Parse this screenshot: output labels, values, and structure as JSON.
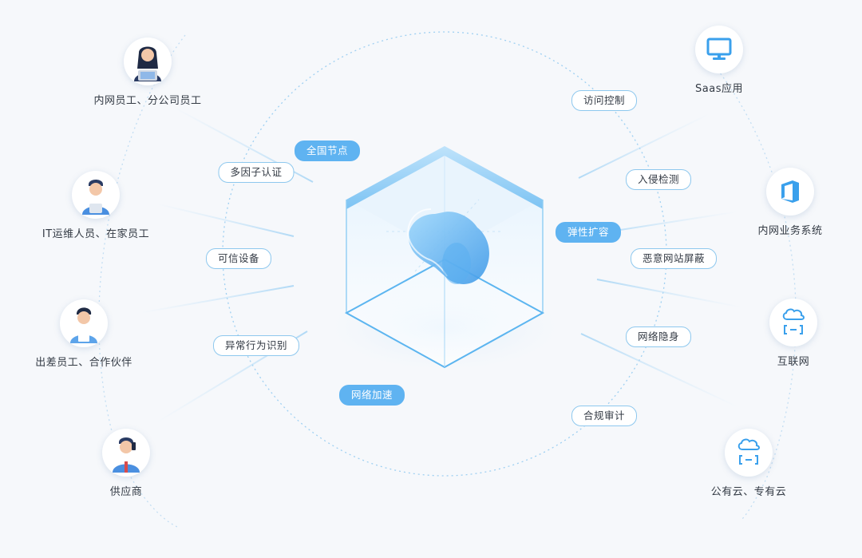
{
  "users": [
    {
      "id": "internal",
      "label": "内网员工、分公司员工",
      "icon": "female-employee-laptop-icon"
    },
    {
      "id": "it",
      "label": "IT运维人员、在家员工",
      "icon": "male-it-staff-icon"
    },
    {
      "id": "travel",
      "label": "出差员工、合作伙伴",
      "icon": "traveling-employee-icon"
    },
    {
      "id": "supplier",
      "label": "供应商",
      "icon": "supplier-phone-icon"
    }
  ],
  "resources": [
    {
      "id": "saas",
      "label": "Saas应用",
      "icon": "monitor-icon"
    },
    {
      "id": "intranet",
      "label": "内网业务系统",
      "icon": "office-app-icon"
    },
    {
      "id": "internet",
      "label": "互联网",
      "icon": "cloud-network-icon"
    },
    {
      "id": "cloud",
      "label": "公有云、专有云",
      "icon": "cloud-network-icon"
    }
  ],
  "features_left": [
    "多因子认证",
    "可信设备",
    "异常行为识别"
  ],
  "features_right": [
    "访问控制",
    "入侵检测",
    "恶意网站屏蔽",
    "网络隐身",
    "合规审计"
  ],
  "highlights": [
    "全国节点",
    "弹性扩容",
    "网络加速"
  ],
  "colors": {
    "accent": "#5fb3f1",
    "line": "#a9d6f5",
    "pill_border": "#8ec8ee",
    "text": "#333a44"
  }
}
